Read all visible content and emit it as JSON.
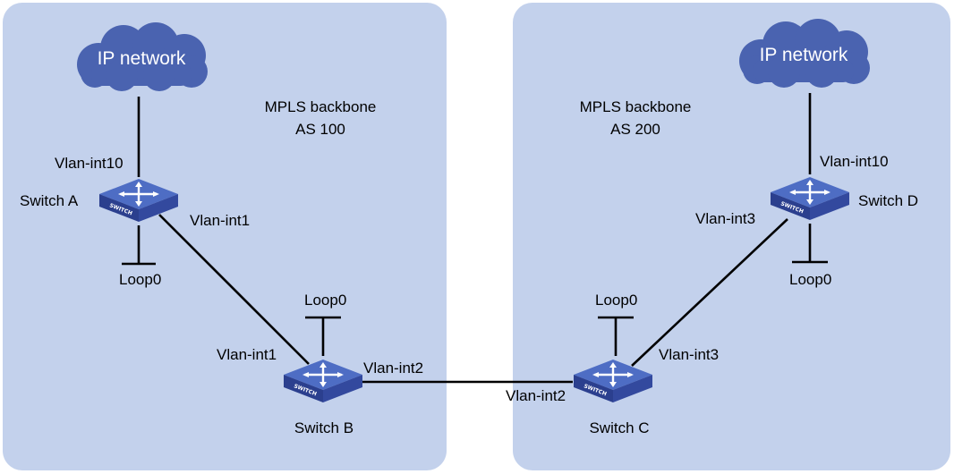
{
  "colors": {
    "region_fill": "#c3d1ec",
    "cloud_fill": "#4a63b0",
    "switch_top": "#4e6dc4",
    "switch_side": "#2b3f8e",
    "line": "#000000"
  },
  "regions": {
    "left": {
      "label_line1": "MPLS backbone",
      "label_line2": "AS 100"
    },
    "right": {
      "label_line1": "MPLS backbone",
      "label_line2": "AS 200"
    }
  },
  "clouds": {
    "left": {
      "label": "IP network"
    },
    "right": {
      "label": "IP network"
    }
  },
  "switches": {
    "a": {
      "name": "Switch A",
      "icon_tag": "SWITCH"
    },
    "b": {
      "name": "Switch B",
      "icon_tag": "SWITCH"
    },
    "c": {
      "name": "Switch C",
      "icon_tag": "SWITCH"
    },
    "d": {
      "name": "Switch D",
      "icon_tag": "SWITCH"
    }
  },
  "interfaces": {
    "a_uplink": "Vlan-int10",
    "a_to_b": "Vlan-int1",
    "a_loop": "Loop0",
    "b_to_a": "Vlan-int1",
    "b_to_c": "Vlan-int2",
    "b_loop": "Loop0",
    "c_to_b": "Vlan-int2",
    "c_to_d": "Vlan-int3",
    "c_loop": "Loop0",
    "d_uplink": "Vlan-int10",
    "d_to_c": "Vlan-int3",
    "d_loop": "Loop0"
  }
}
